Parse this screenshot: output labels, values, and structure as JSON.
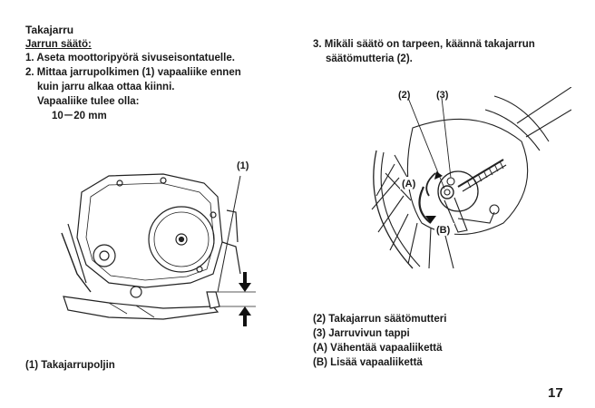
{
  "section": {
    "title": "Takajarru",
    "subtitle": "Jarrun säätö:"
  },
  "left_steps": {
    "step1": "1. Aseta moottoripyörä sivuseisontatuelle.",
    "step2_line1": "2. Mittaa jarrupolkimen (1) vapaaliike ennen",
    "step2_line2": "kuin jarru alkaa ottaa kiinni.",
    "step2_line3": "Vapaaliike tulee olla:",
    "step2_value": "10－20 mm"
  },
  "right_steps": {
    "step3_line1": "3. Mikäli säätö on tarpeen, käännä takajarrun",
    "step3_line2": "säätömutteria (2)."
  },
  "left_figure": {
    "callout_1": "(1)",
    "caption": "(1) Takajarrupoljin"
  },
  "right_figure": {
    "callout_2": "(2)",
    "callout_3": "(3)",
    "callout_a": "(A)",
    "callout_b": "(B)",
    "legend": [
      "(2) Takajarrun säätömutteri",
      "(3) Jarruvivun tappi",
      "(A) Vähentää vapaaliikettä",
      "(B) Lisää vapaaliikettä"
    ]
  },
  "page_number": "17"
}
